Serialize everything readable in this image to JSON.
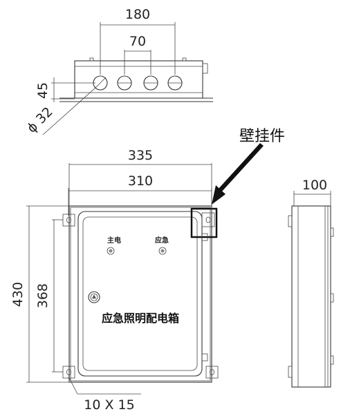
{
  "dimensions": {
    "top_width": "180",
    "hole_spacing": "70",
    "height_45": "45",
    "hole_diameter": "ϕ 32",
    "overall_width": "335",
    "mount_width": "310",
    "overall_height": "430",
    "mount_height": "368",
    "depth": "100",
    "slot_size": "10 X 15"
  },
  "labels": {
    "main_power": "主电",
    "emergency": "应急",
    "box_title": "应急照明配电箱",
    "wall_mount_callout": "壁挂件"
  }
}
